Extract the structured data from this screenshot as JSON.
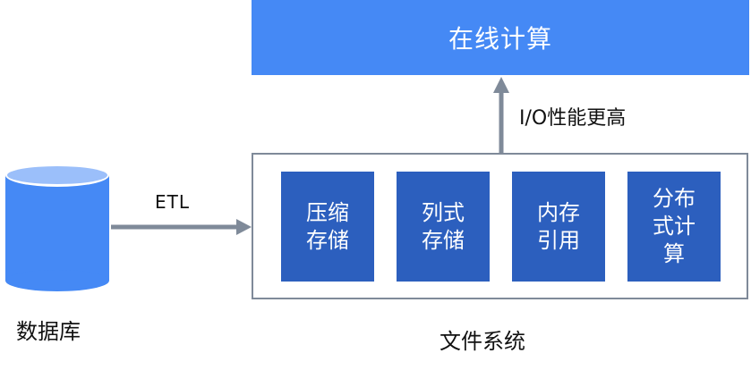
{
  "top_bar": {
    "label": "在线计算"
  },
  "io_label": "I/O性能更高",
  "etl_label": "ETL",
  "database": {
    "label": "数据库",
    "color": "#4589f5",
    "top_color": "#9bbffa"
  },
  "file_system": {
    "label": "文件系统",
    "features": [
      "压缩存储",
      "列式存储",
      "内存引用",
      "分布式计算"
    ]
  },
  "colors": {
    "primary": "#4589f5",
    "feature": "#2c5fbe",
    "arrow": "#7f8a99"
  }
}
